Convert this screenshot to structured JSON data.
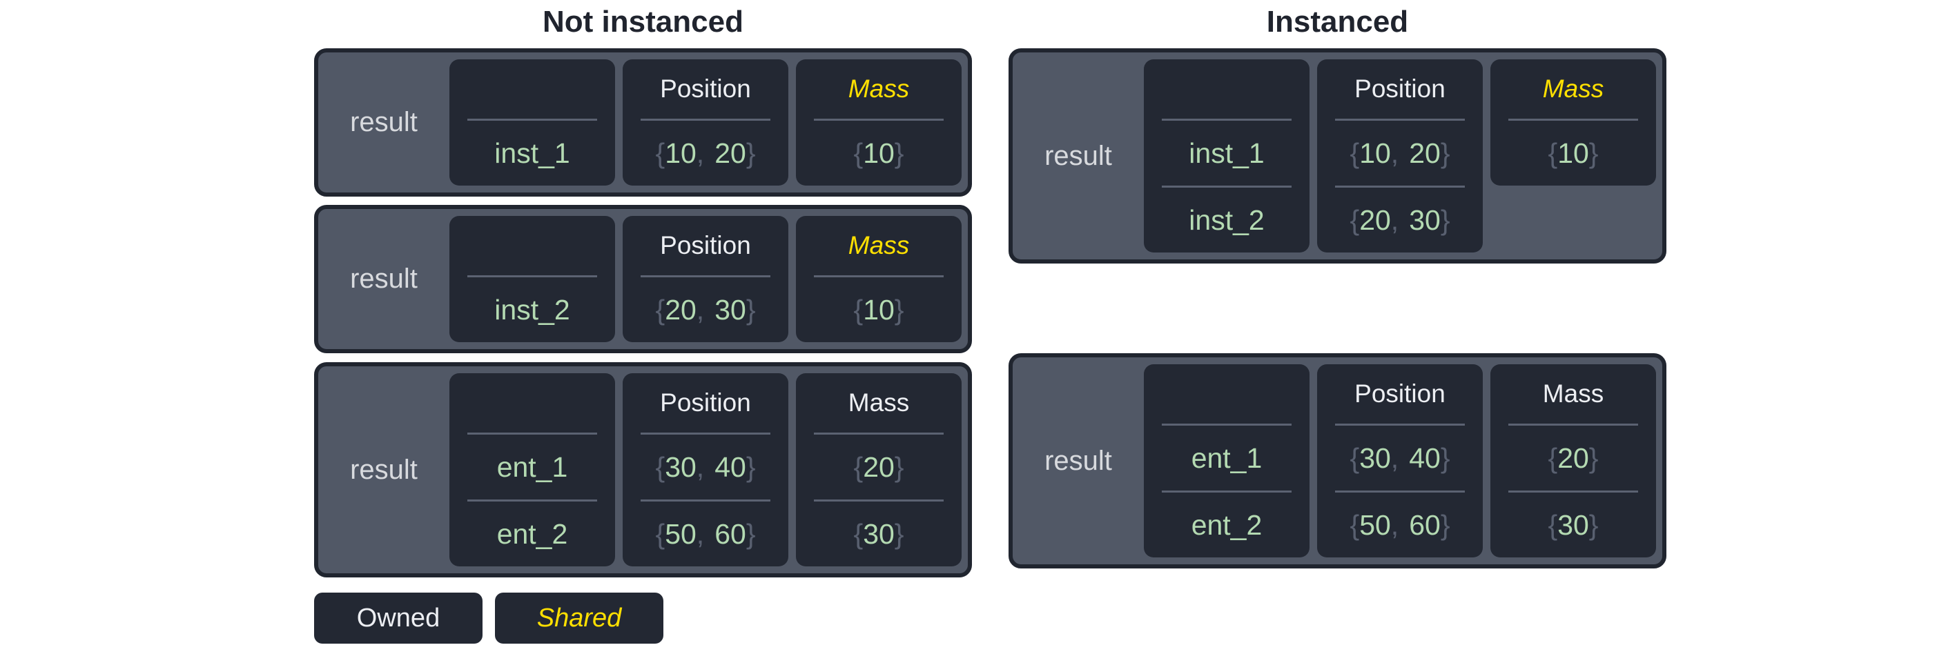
{
  "titles": {
    "left": "Not instanced",
    "right": "Instanced"
  },
  "punct": {
    "open": "{",
    "comma": ",",
    "close": "}"
  },
  "legend": {
    "owned": "Owned",
    "shared": "Shared"
  },
  "colors": {
    "page_bg": "#ffffff",
    "table_fill": "#515866",
    "table_border": "#20252f",
    "cell_fill": "#232833",
    "owned_text": "#edeff3",
    "shared_text": "#ffe000",
    "value_text": "#b4dab2",
    "brace_text": "#596070",
    "result_text": "#d8dade",
    "divider": "#5b6272",
    "title_text": "#20242e"
  },
  "left": {
    "tables": [
      {
        "result": "result",
        "entity_header": "",
        "entities": [
          "inst_1"
        ],
        "position": {
          "header": "Position",
          "shared": false,
          "rows": [
            [
              "10",
              "20"
            ]
          ]
        },
        "mass": {
          "header": "Mass",
          "shared": true,
          "rows": [
            [
              "10"
            ]
          ]
        }
      },
      {
        "result": "result",
        "entity_header": "",
        "entities": [
          "inst_2"
        ],
        "position": {
          "header": "Position",
          "shared": false,
          "rows": [
            [
              "20",
              "30"
            ]
          ]
        },
        "mass": {
          "header": "Mass",
          "shared": true,
          "rows": [
            [
              "10"
            ]
          ]
        }
      },
      {
        "result": "result",
        "entity_header": "",
        "entities": [
          "ent_1",
          "ent_2"
        ],
        "position": {
          "header": "Position",
          "shared": false,
          "rows": [
            [
              "30",
              "40"
            ],
            [
              "50",
              "60"
            ]
          ]
        },
        "mass": {
          "header": "Mass",
          "shared": false,
          "rows": [
            [
              "20"
            ],
            [
              "30"
            ]
          ]
        }
      }
    ]
  },
  "right": {
    "tables": [
      {
        "result": "result",
        "entity_header": "",
        "entities": [
          "inst_1",
          "inst_2"
        ],
        "position": {
          "header": "Position",
          "shared": false,
          "rows": [
            [
              "10",
              "20"
            ],
            [
              "20",
              "30"
            ]
          ]
        },
        "mass": {
          "header": "Mass",
          "shared": true,
          "short": true,
          "rows": [
            [
              "10"
            ]
          ]
        }
      },
      {
        "result": "result",
        "entity_header": "",
        "entities": [
          "ent_1",
          "ent_2"
        ],
        "position": {
          "header": "Position",
          "shared": false,
          "rows": [
            [
              "30",
              "40"
            ],
            [
              "50",
              "60"
            ]
          ]
        },
        "mass": {
          "header": "Mass",
          "shared": false,
          "rows": [
            [
              "20"
            ],
            [
              "30"
            ]
          ]
        }
      }
    ]
  }
}
